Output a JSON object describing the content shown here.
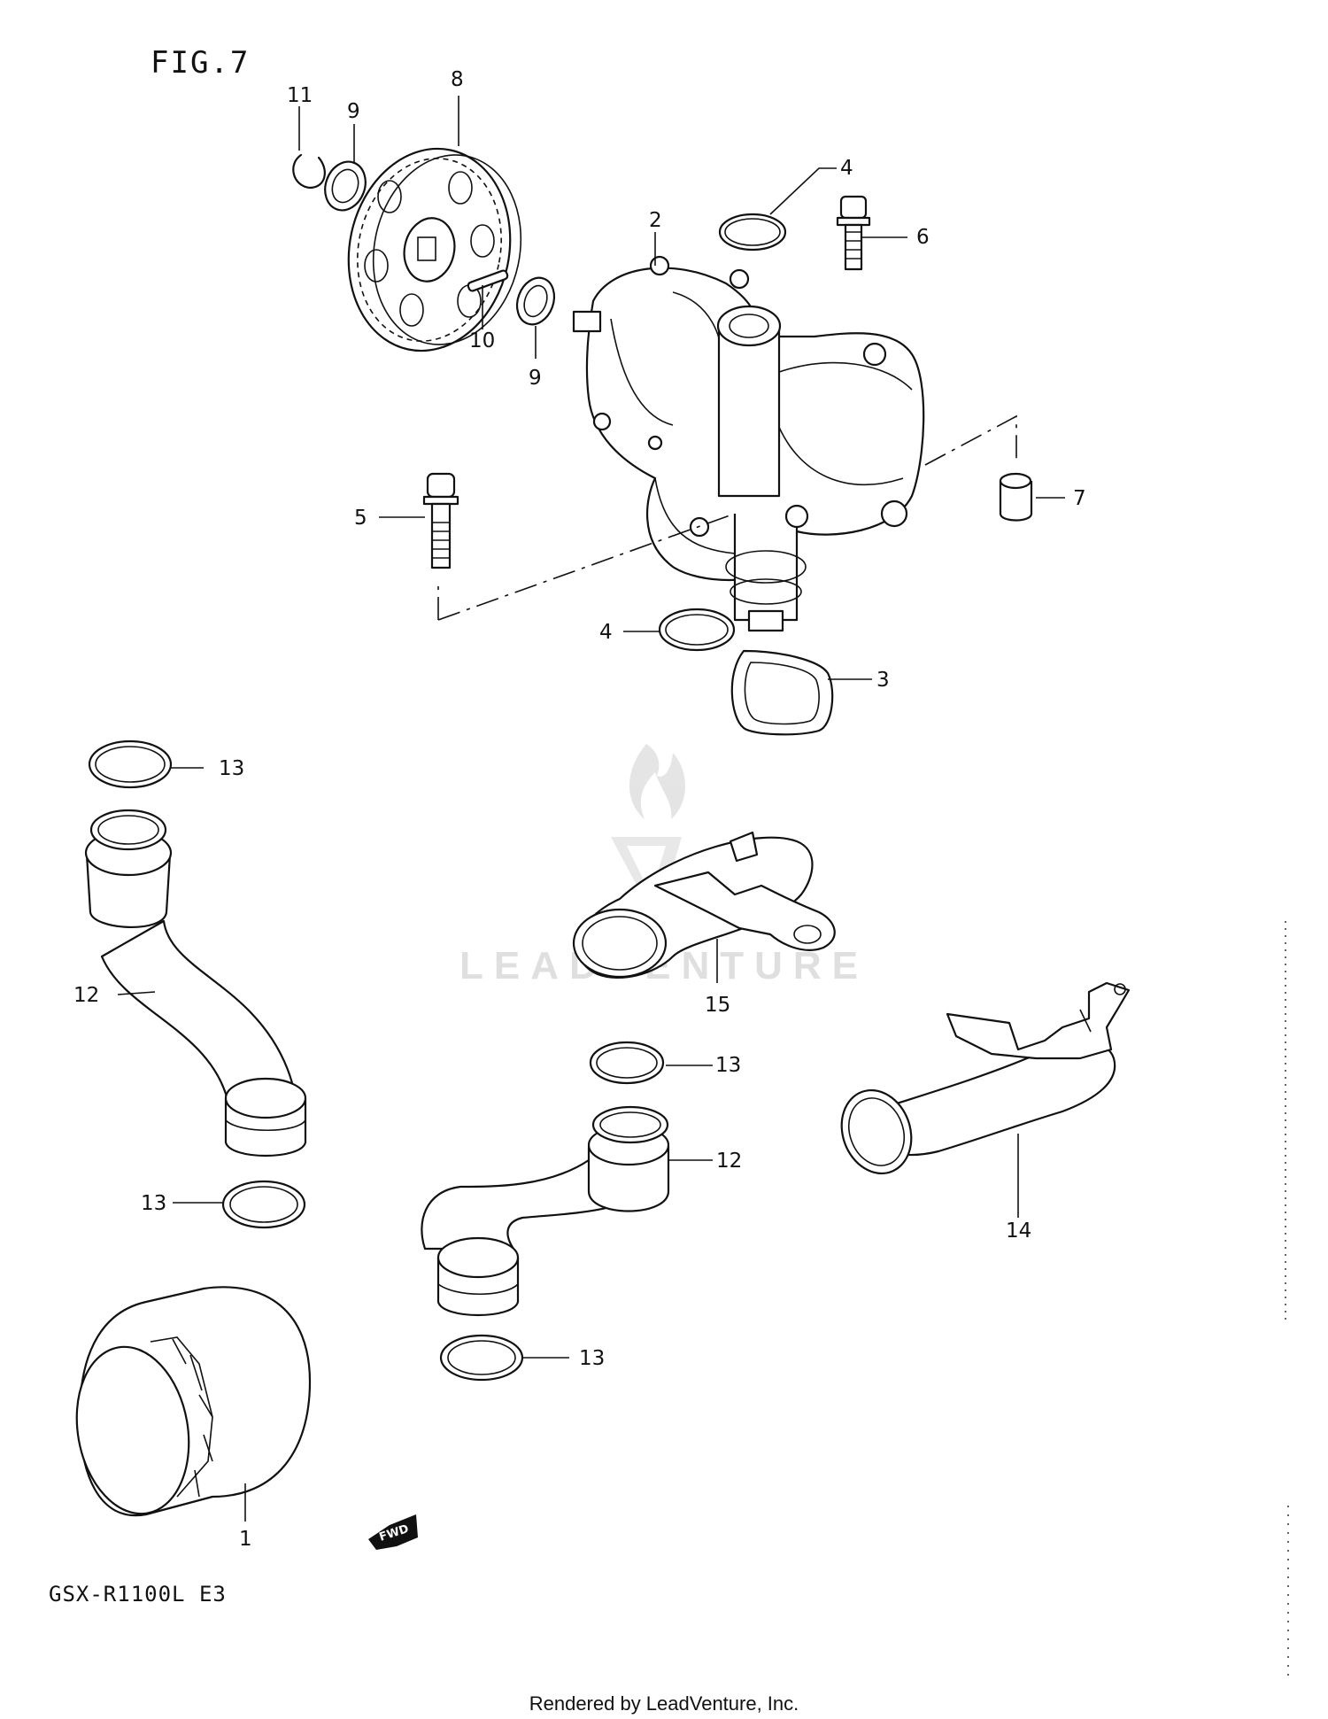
{
  "figure_title": "FIG.7",
  "model_code": "GSX-R1100L E3",
  "footer": "Rendered by LeadVenture, Inc.",
  "watermark": "LEADVENTURE",
  "direction_marker": "FWD",
  "callouts": {
    "c1": "1",
    "c2": "2",
    "c3": "3",
    "c4a": "4",
    "c4b": "4",
    "c5": "5",
    "c6": "6",
    "c7": "7",
    "c8": "8",
    "c9a": "9",
    "c9b": "9",
    "c10": "10",
    "c11": "11",
    "c12a": "12",
    "c12b": "12",
    "c13a": "13",
    "c13b": "13",
    "c13c": "13",
    "c13d": "13",
    "c14": "14",
    "c15": "15"
  }
}
